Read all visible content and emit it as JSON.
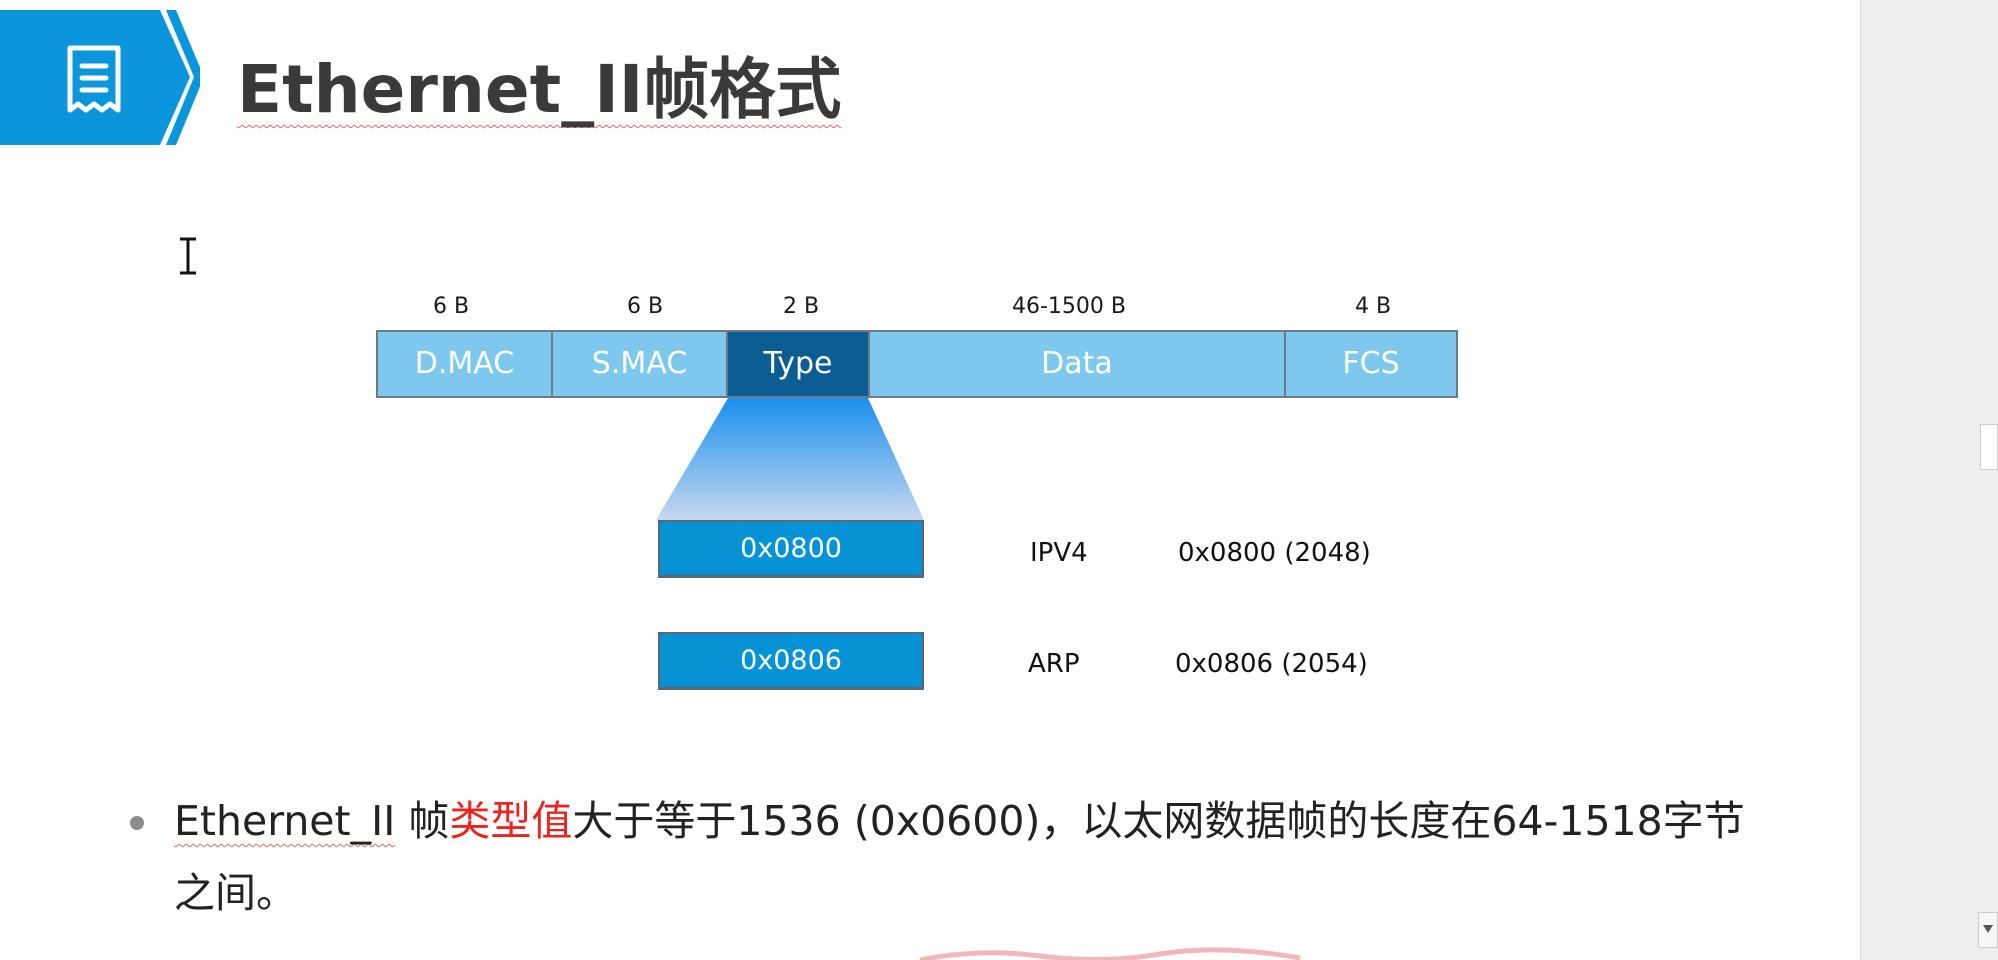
{
  "slide": {
    "title": "Ethernet_II帧格式",
    "header_icon": "document-list-icon",
    "accent_color": "#0b96dc"
  },
  "frame": {
    "fields": [
      {
        "label": "D.MAC",
        "size": "6 B"
      },
      {
        "label": "S.MAC",
        "size": "6 B"
      },
      {
        "label": "Type",
        "size": "2 B"
      },
      {
        "label": "Data",
        "size": "46-1500 B"
      },
      {
        "label": "FCS",
        "size": "4 B"
      }
    ],
    "field_color": "#7ec8ee",
    "selected_field_color": "#0b5c92"
  },
  "types": [
    {
      "code": "0x0800",
      "protocol": "IPV4",
      "value": "0x0800 (2048)"
    },
    {
      "code": "0x0806",
      "protocol": "ARP",
      "value": "0x0806 (2054)"
    }
  ],
  "bullet": {
    "term": "Ethernet_II",
    "part1": " 帧",
    "highlight": "类型值",
    "part2": "大于等于1536 (0x0600)，以太网数据帧的长度在64-1518字节之间。",
    "highlight_color": "#e8261f"
  }
}
